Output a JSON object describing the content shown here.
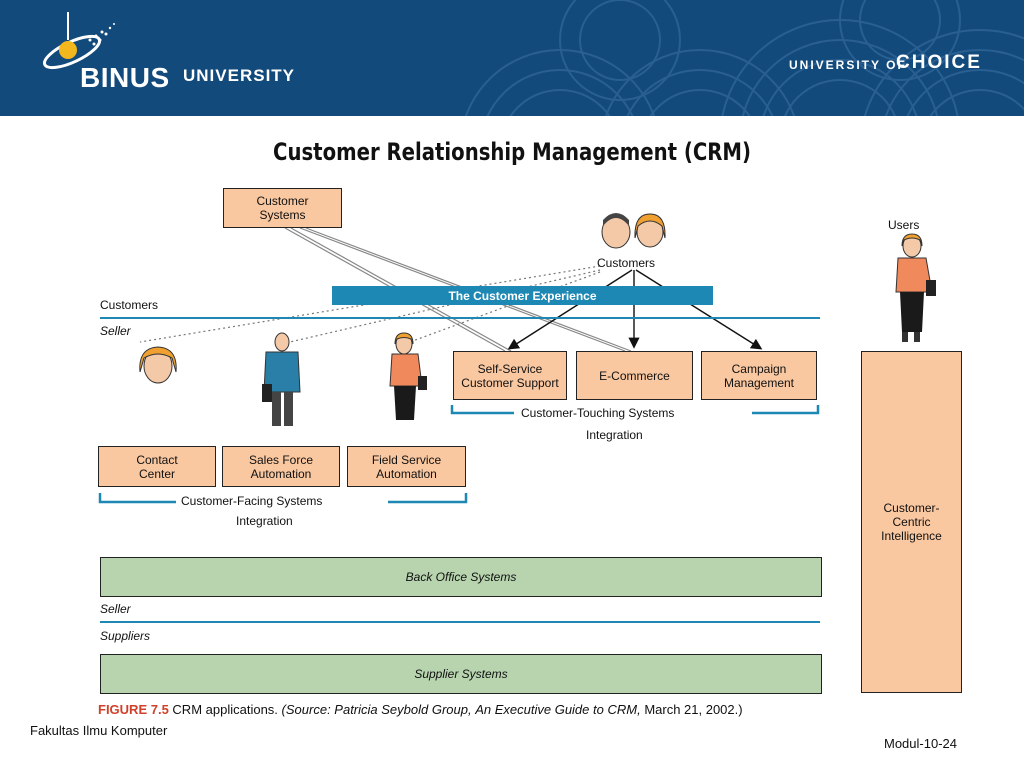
{
  "header": {
    "brand": "BINUS",
    "brand_sub": "UNIVERSITY",
    "tagline_prefix": "UNIVERSITY OF",
    "tagline_main": "CHOICE",
    "colors": {
      "header_bg": "#134a7c",
      "accent_bar": "#1e88b4",
      "peach": "#f9c7a0",
      "green": "#b7d4ae"
    }
  },
  "title": "Customer Relationship Management (CRM)",
  "diagram": {
    "customer_systems": "Customer Systems",
    "customers_icon_label": "Customers",
    "users_label": "Users",
    "experience_bar": "The Customer Experience",
    "zone_customers": "Customers",
    "zone_seller": "Seller",
    "touching_boxes": [
      "Self-Service Customer Support",
      "E-Commerce",
      "Campaign Management"
    ],
    "touching_label": "Customer-Touching Systems",
    "touching_integration": "Integration",
    "facing_boxes": [
      "Contact Center",
      "Sales Force Automation",
      "Field Service Automation"
    ],
    "facing_label": "Customer-Facing Systems",
    "facing_integration": "Integration",
    "intelligence": "Customer-Centric Intelligence",
    "back_office": "Back Office Systems",
    "zone_seller_2": "Seller",
    "zone_suppliers": "Suppliers",
    "supplier_systems": "Supplier Systems"
  },
  "caption": {
    "figure": "FIGURE 7.5",
    "text": "CRM applications.",
    "source_prefix": "(Source: Patricia Seybold Group,",
    "source_title": "An Executive Guide to CRM,",
    "source_date": "March 21, 2002.)"
  },
  "footer": {
    "left": "Fakultas Ilmu Komputer",
    "right": "Modul-10-24"
  }
}
